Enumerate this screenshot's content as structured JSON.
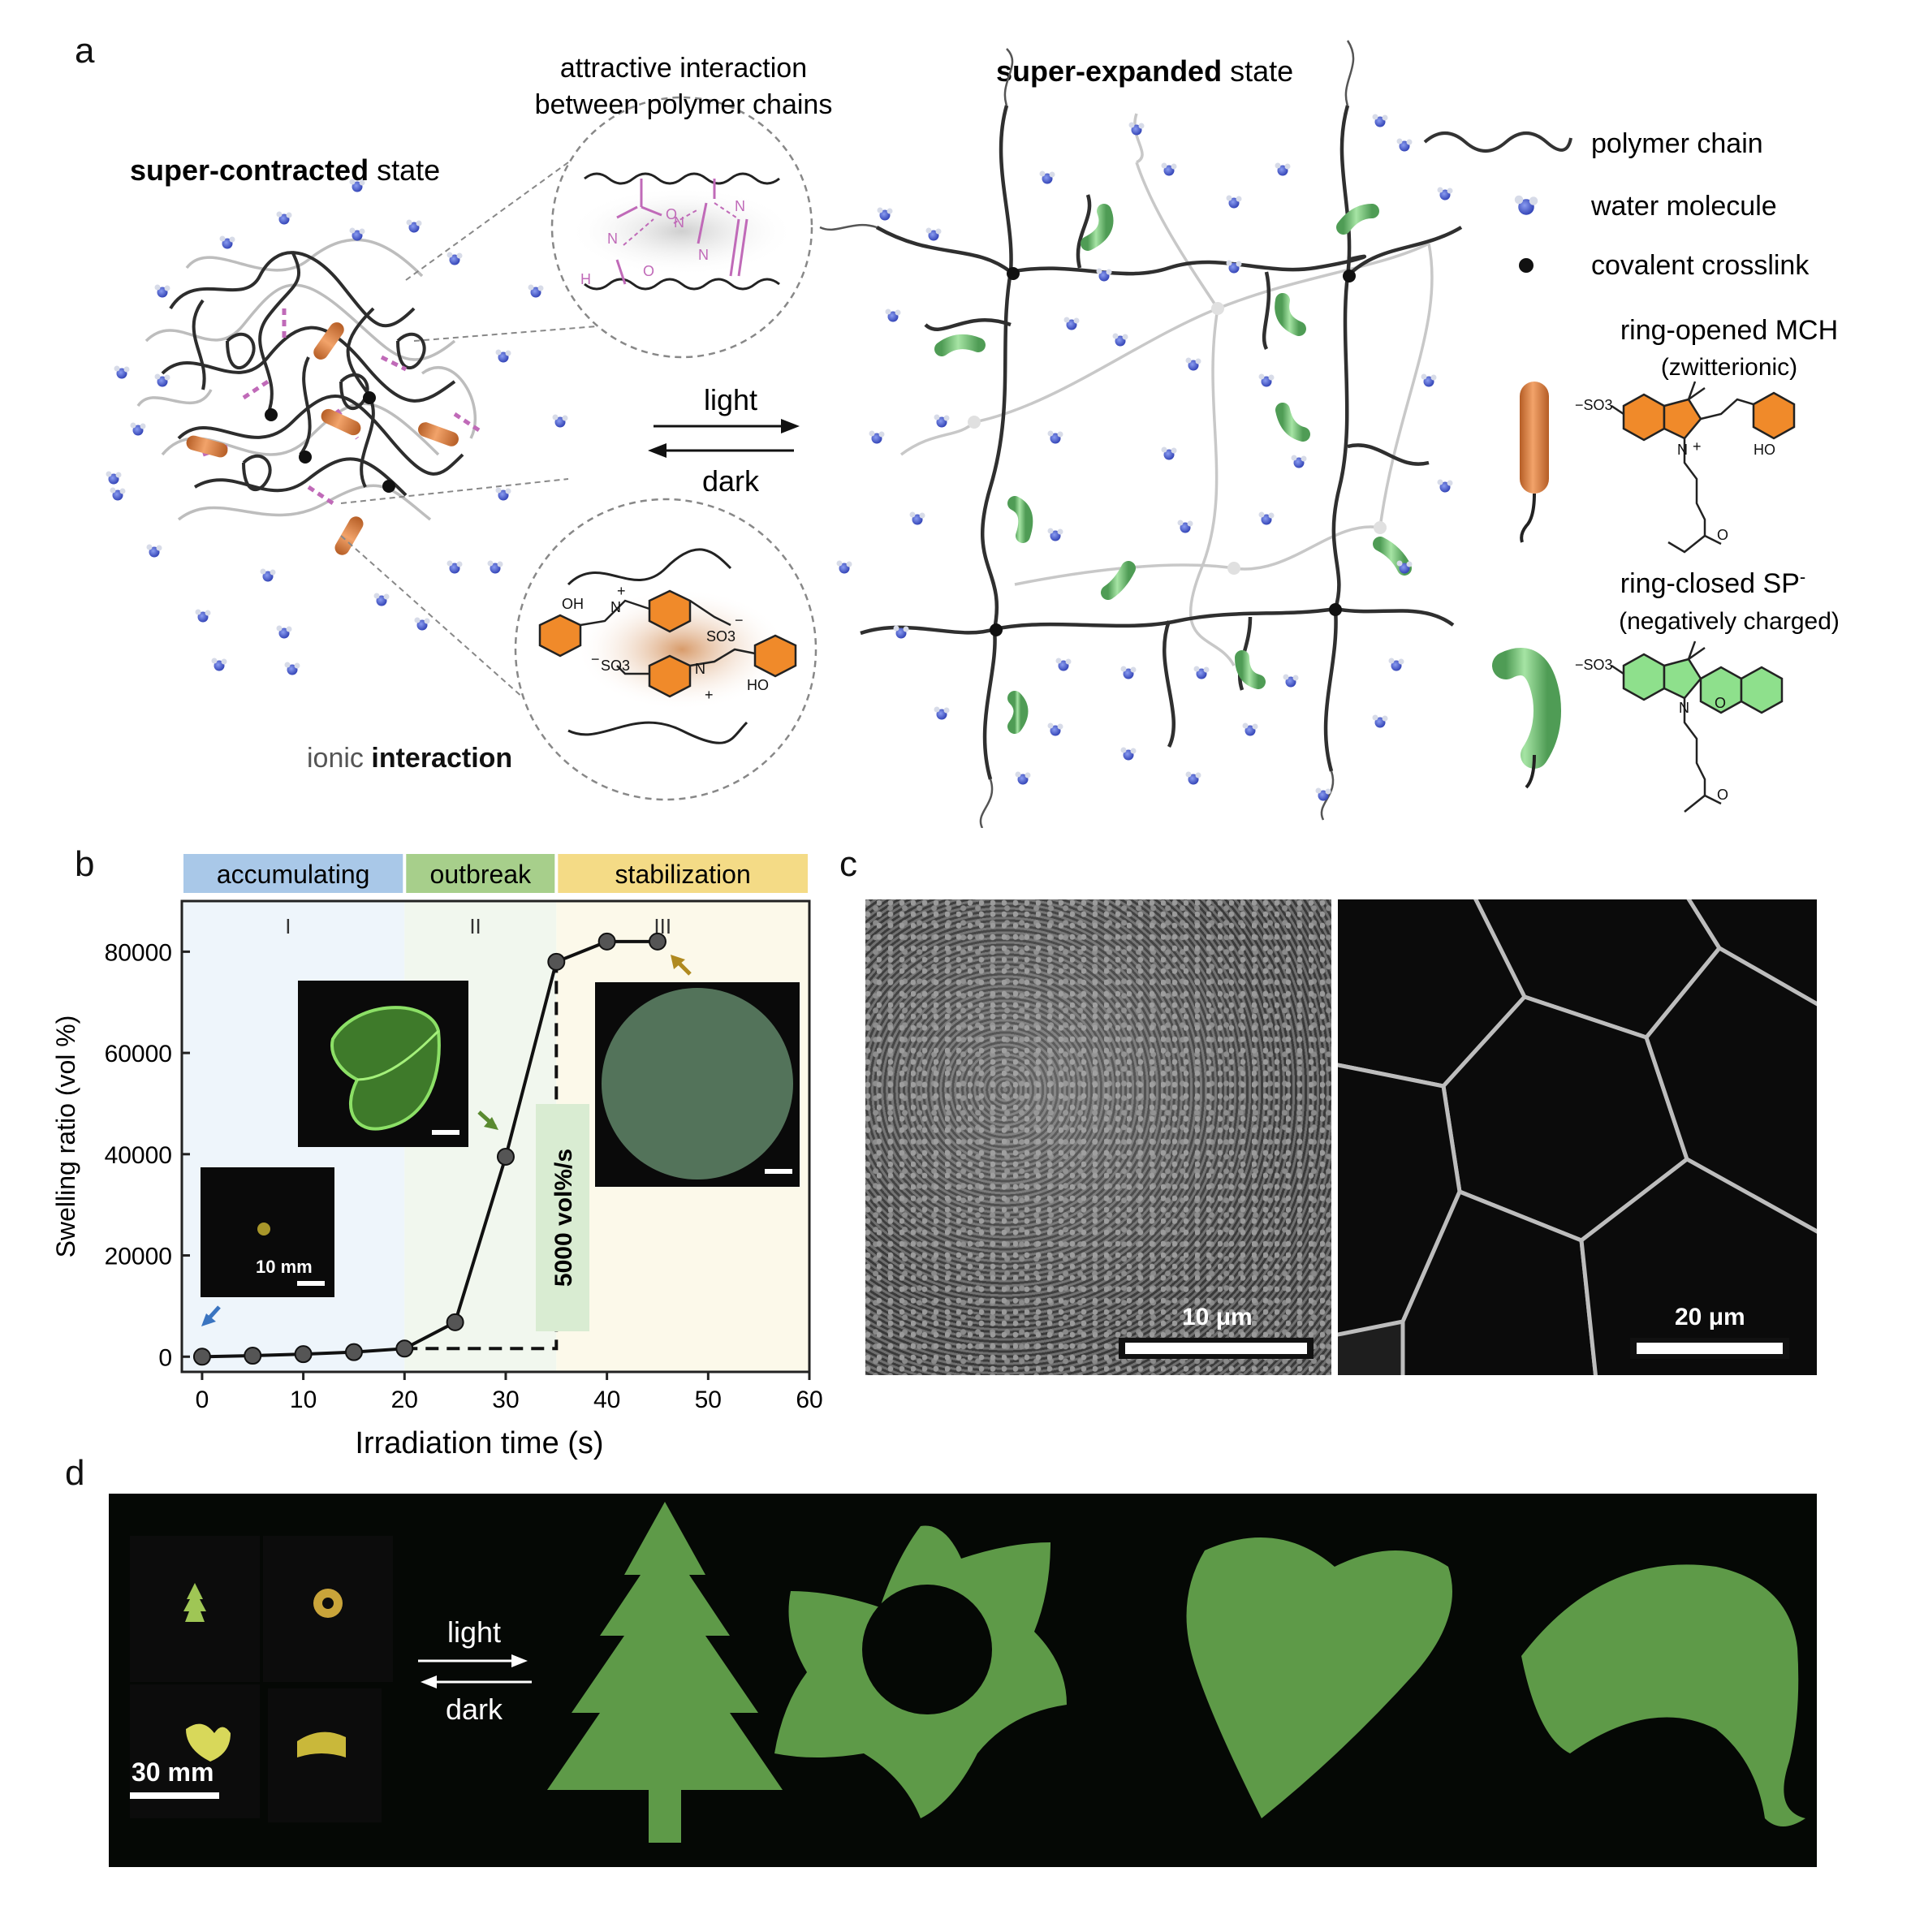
{
  "panels": {
    "a": "a",
    "b": "b",
    "c": "c",
    "d": "d"
  },
  "panel_a": {
    "contracted_label_bold": "super-contracted",
    "contracted_label_rest": " state",
    "expanded_label_bold": "super-expanded",
    "expanded_label_rest": " state",
    "attractive_line1": "attractive interaction",
    "attractive_line2": "between polymer chains",
    "ionic_prefix": "ionic ",
    "ionic_bold": "interaction",
    "arrow_top": "light",
    "arrow_bottom": "dark",
    "legend": {
      "polymer_chain": "polymer chain",
      "water_molecule": "water molecule",
      "covalent_crosslink": "covalent crosslink",
      "mch_line1": "ring-opened MCH",
      "mch_line2": "(zwitterionic)",
      "sp_line1": "ring-closed SP",
      "sp_superscript": "-",
      "sp_line2": "(negatively charged)"
    },
    "chem": {
      "so3": "SO3",
      "so3_minus": "−",
      "oh": "OH",
      "ho": "HO",
      "n": "N",
      "plus": "+",
      "o": "O",
      "h": "H"
    }
  },
  "panel_b": {
    "phases": [
      {
        "label": "accumulating",
        "roman": "I",
        "color": "#a9c8e8",
        "bg": "#eef5fb"
      },
      {
        "label": "outbreak",
        "roman": "II",
        "color": "#a7cf8b",
        "bg": "#f1f7ee"
      },
      {
        "label": "stabilization",
        "roman": "III",
        "color": "#f4db86",
        "bg": "#fcf9ea"
      }
    ],
    "rate_label": "5000 vol%/s",
    "scalebar_label": "10 mm",
    "chart_data": {
      "type": "line",
      "x": [
        0,
        5,
        10,
        15,
        20,
        25,
        30,
        35,
        40,
        45
      ],
      "y": [
        0,
        200,
        500,
        900,
        1600,
        6800,
        39500,
        78000,
        82000,
        82000
      ],
      "xlabel": "Irradiation time (s)",
      "ylabel": "Swelling ratio (vol %)",
      "xlim": [
        -2,
        60
      ],
      "ylim": [
        -3000,
        90000
      ],
      "xticks": [
        "0",
        "10",
        "20",
        "30",
        "40",
        "50",
        "60"
      ],
      "yticks": [
        "0",
        "20000",
        "40000",
        "60000",
        "80000"
      ],
      "grid": false
    }
  },
  "panel_c": {
    "left_scale": "10 μm",
    "right_scale": "20 μm"
  },
  "panel_d": {
    "scale": "30 mm",
    "arrow_top": "light",
    "arrow_bottom": "dark"
  }
}
